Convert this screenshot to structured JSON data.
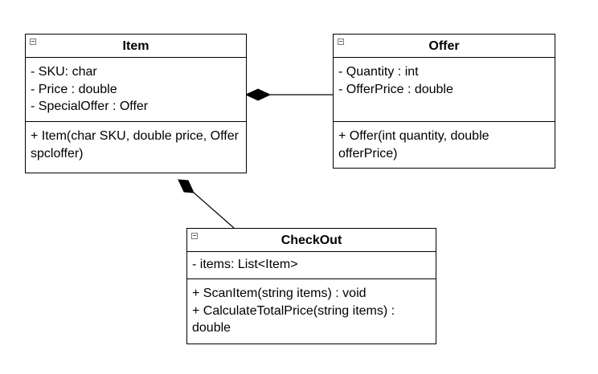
{
  "diagram": {
    "classes": {
      "item": {
        "title": "Item",
        "attributes": [
          "- SKU: char",
          "- Price : double",
          "- SpecialOffer : Offer"
        ],
        "methods": [
          "+ Item(char SKU, double price, Offer spcloffer)"
        ]
      },
      "offer": {
        "title": "Offer",
        "attributes": [
          "- Quantity : int",
          "- OfferPrice : double"
        ],
        "methods": [
          "+ Offer(int quantity, double offerPrice)"
        ]
      },
      "checkout": {
        "title": "CheckOut",
        "attributes": [
          "- items: List<Item>"
        ],
        "methods": [
          "+ ScanItem(string items) : void",
          "+ CalculateTotalPrice(string items) : double"
        ]
      }
    },
    "relationships": [
      {
        "type": "composition",
        "whole": "Item",
        "part": "Offer"
      },
      {
        "type": "composition",
        "whole": "Item",
        "part": "CheckOut"
      }
    ],
    "colors": {
      "line": "#000000",
      "background": "#ffffff",
      "icon": "#7a7a7a"
    }
  }
}
